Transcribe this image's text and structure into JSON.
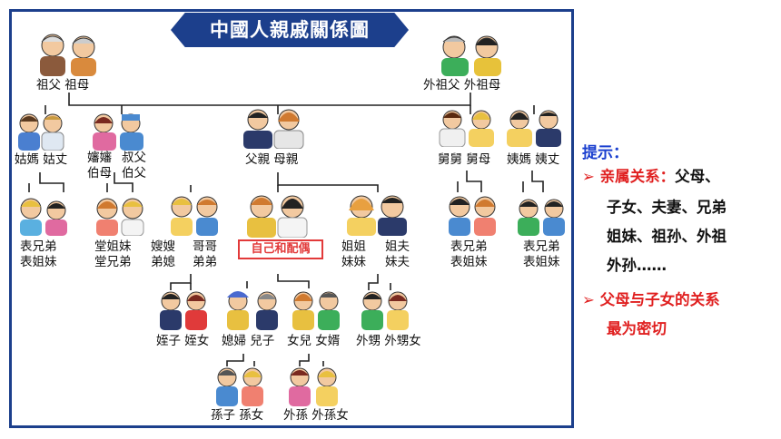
{
  "title": "中國人親戚關係圖",
  "labels": {
    "grandparents": "祖父 祖母",
    "maternal_grandparents": "外祖父 外祖母",
    "paternal_aunt": "姑媽 姑丈",
    "paternal_uncle_wife_top": "嬸嬸",
    "paternal_uncle_wife_bottom": "伯母",
    "paternal_uncle_top": "叔父",
    "paternal_uncle_bottom": "伯父",
    "parents": "父親 母親",
    "maternal_uncle": "舅舅 舅母",
    "maternal_aunt": "姨媽 姨丈",
    "cousin1_top": "表兄弟",
    "cousin1_bottom": "表姐妹",
    "cousin2_top": "堂姐妹",
    "cousin2_bottom": "堂兄弟",
    "sister_in_law_top": "嫂嫂",
    "sister_in_law_bottom": "弟媳",
    "brother_top": "哥哥",
    "brother_bottom": "弟弟",
    "self": "自己和配偶",
    "sister_top": "姐姐",
    "sister_bottom": "妹妹",
    "brother_in_law_top": "姐夫",
    "brother_in_law_bottom": "妹夫",
    "cousin3_top": "表兄弟",
    "cousin3_bottom": "表姐妹",
    "cousin4_top": "表兄弟",
    "cousin4_bottom": "表姐妹",
    "nephew_niece": "姪子 姪女",
    "daughter_in_law_son": "媳婦 兒子",
    "daughter_son_in_law": "女兒 女婿",
    "sisters_children": "外甥 外甥女",
    "grandchildren": "孫子 孫女",
    "daughters_children": "外孫 外孫女"
  },
  "hint": {
    "title": "提示：",
    "bullet1_label": "亲属关系：",
    "bullet1_line1": "父母、",
    "bullet1_line2": "子女、夫妻、兄弟",
    "bullet1_line3": "姐妹、祖孙、外祖",
    "bullet1_line4": "外孙……",
    "bullet2_line1": "父母与子女的关系",
    "bullet2_line2": "最为密切",
    "arrow": "➢"
  },
  "colors": {
    "frame": "#1c3f8c",
    "hint_title": "#1a3fcf",
    "accent_red": "#e02020"
  }
}
